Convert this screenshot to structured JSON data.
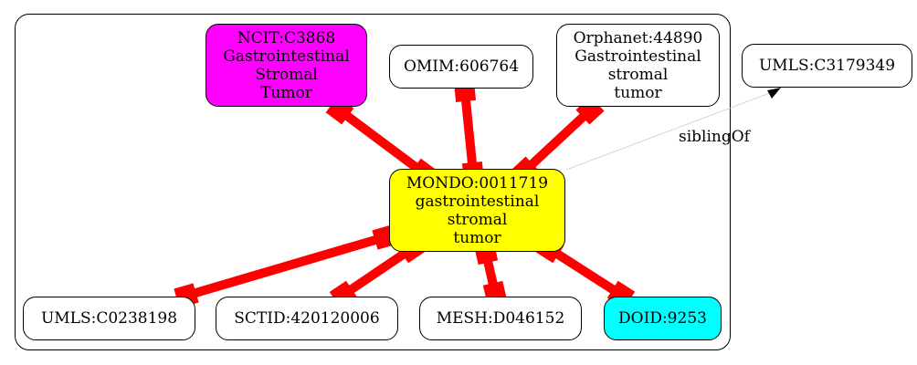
{
  "center": {
    "lines": [
      "MONDO:0011719",
      "gastrointestinal",
      "stromal",
      "tumor"
    ],
    "color": "#ffff00"
  },
  "nodes": {
    "ncit": {
      "lines": [
        "NCIT:C3868",
        "Gastrointestinal",
        "Stromal",
        "Tumor"
      ],
      "color": "#ff00ff"
    },
    "omim": {
      "lines": [
        "OMIM:606764"
      ],
      "color": "#ffffff"
    },
    "orphanet": {
      "lines": [
        "Orphanet:44890",
        "Gastrointestinal",
        "stromal",
        "tumor"
      ],
      "color": "#ffffff"
    },
    "umls_out": {
      "lines": [
        "UMLS:C3179349"
      ],
      "color": "#ffffff"
    },
    "umls": {
      "lines": [
        "UMLS:C0238198"
      ],
      "color": "#ffffff"
    },
    "sctid": {
      "lines": [
        "SCTID:420120006"
      ],
      "color": "#ffffff"
    },
    "mesh": {
      "lines": [
        "MESH:D046152"
      ],
      "color": "#ffffff"
    },
    "doid": {
      "lines": [
        "DOID:9253"
      ],
      "color": "#00ffff"
    }
  },
  "edge_label": "siblingOf",
  "colors": {
    "equivalence_edge": "#ff0000",
    "sibling_edge": "#000000"
  }
}
